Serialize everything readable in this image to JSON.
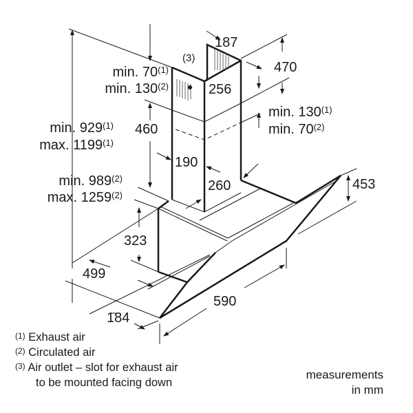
{
  "dimensions": {
    "d187": "187",
    "d470": "470",
    "outlet_ref": "(3)",
    "top_left_min1": {
      "text": "min. 70",
      "sup": "(1)"
    },
    "top_left_min2": {
      "text": "min. 130",
      "sup": "(2)"
    },
    "d256": "256",
    "right_min1": {
      "text": "min. 130",
      "sup": "(1)"
    },
    "right_min2": {
      "text": "min. 70",
      "sup": "(2)"
    },
    "height_min1": {
      "text": "min. 929",
      "sup": "(1)"
    },
    "height_max1": {
      "text": "max. 1199",
      "sup": "(1)"
    },
    "d460": "460",
    "d190": "190",
    "d260": "260",
    "height_min2": {
      "text": "min. 989",
      "sup": "(2)"
    },
    "height_max2": {
      "text": "max. 1259",
      "sup": "(2)"
    },
    "d453": "453",
    "d323": "323",
    "d499": "499",
    "d590": "590",
    "d184": "184"
  },
  "legend": [
    {
      "num": "(1)",
      "text": "Exhaust air"
    },
    {
      "num": "(2)",
      "text": "Circulated air"
    },
    {
      "num": "(3)",
      "text": "Air outlet – slot for exhaust air"
    },
    {
      "num": "",
      "text": "to be mounted facing down"
    }
  ],
  "note": {
    "line1": "measurements",
    "line2": "in mm"
  }
}
